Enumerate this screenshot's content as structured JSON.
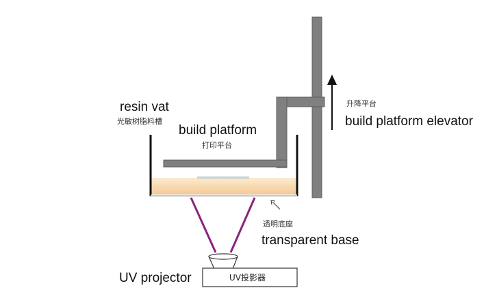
{
  "labels": {
    "resin_vat": {
      "en": "resin vat",
      "cn": "光敏树脂料槽"
    },
    "build_platform": {
      "en": "build platform",
      "cn": "打印平台"
    },
    "elevator": {
      "en": "build platform elevator",
      "cn": "升降平台"
    },
    "transparent_base": {
      "en": "transparent base",
      "cn": "透明底座"
    },
    "uv_projector": {
      "en": "UV projector",
      "box": "UV投影器"
    }
  },
  "colors": {
    "metal": "#808080",
    "metal_stroke": "#5e5e5e",
    "resin_light": "#fbebd2",
    "resin_dark": "#f6ca93",
    "beam": "#8a237f",
    "vat_wall": "#111111"
  }
}
